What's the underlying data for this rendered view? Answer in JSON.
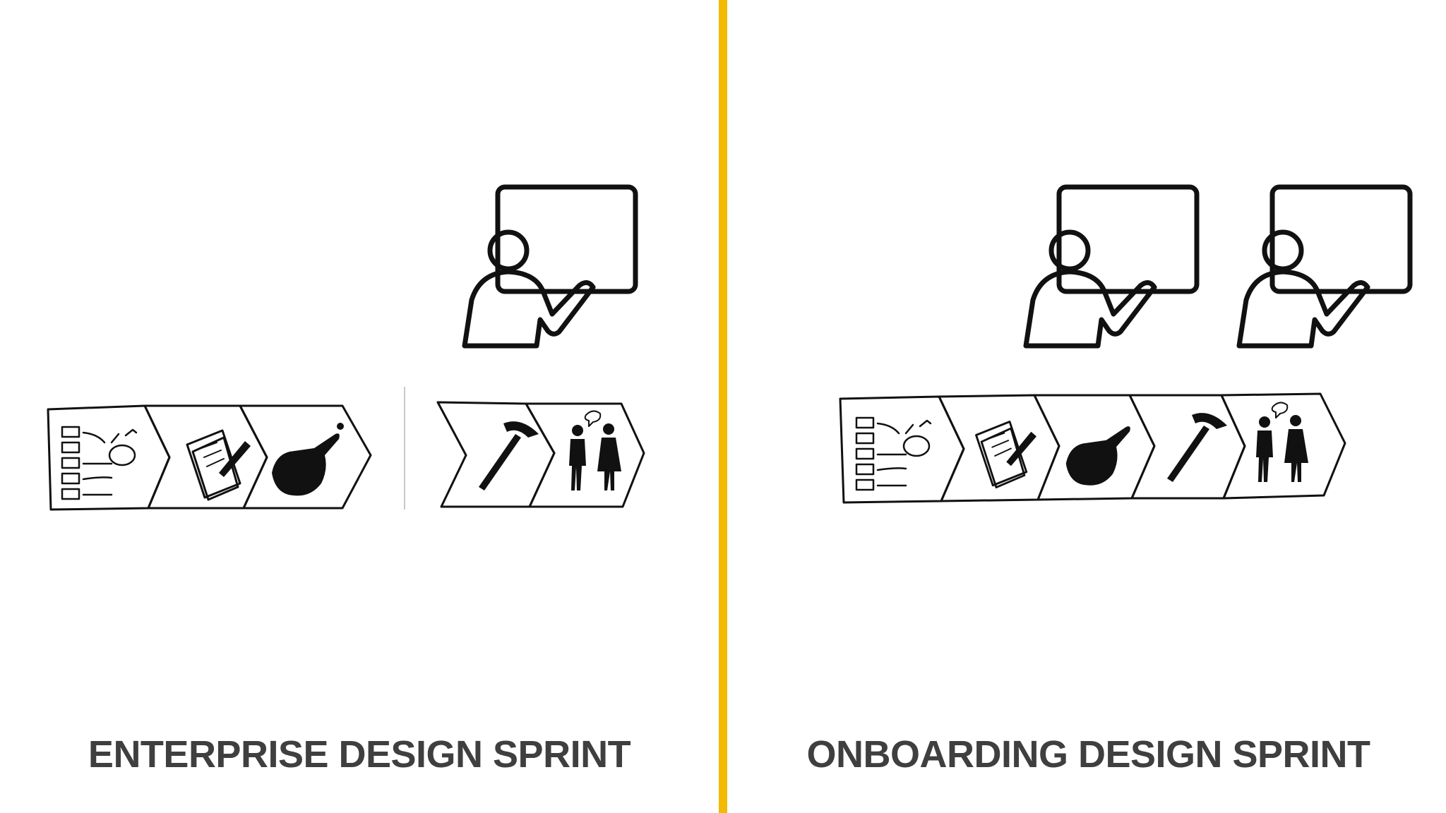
{
  "colors": {
    "divider": "#F2BA00",
    "caption": "#3f3f3f",
    "ink": "#111111"
  },
  "left": {
    "caption": "ENTERPRISE DESIGN SPRINT",
    "facilitators": 1,
    "phases_before_break": [
      "map",
      "sketch",
      "decide"
    ],
    "phases_after_break": [
      "prototype",
      "test"
    ]
  },
  "right": {
    "caption": "ONBOARDING DESIGN SPRINT",
    "facilitators": 2,
    "phases": [
      "map",
      "sketch",
      "decide",
      "prototype",
      "test"
    ]
  },
  "icons": {
    "facilitator": "presenter-at-whiteboard-icon",
    "map": "map-sketch-icon",
    "sketch": "paper-and-pencil-icon",
    "decide": "pointing-hand-icon",
    "prototype": "hammer-icon",
    "test": "two-people-talking-icon"
  }
}
